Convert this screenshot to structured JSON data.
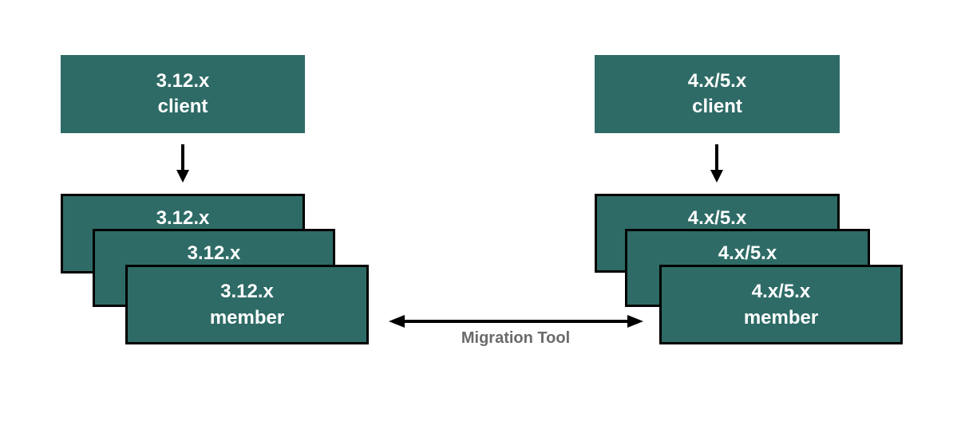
{
  "colors": {
    "background": "#ffffff",
    "box_fill": "#2e6b66",
    "box_border": "#000000",
    "box_text": "#ffffff",
    "arrow": "#000000",
    "label_text": "#6a6a6a"
  },
  "left_cluster": {
    "client": {
      "lines": [
        "3.12.x",
        "client"
      ]
    },
    "members": [
      {
        "lines": [
          "3.12.x"
        ]
      },
      {
        "lines": [
          "3.12.x"
        ]
      },
      {
        "lines": [
          "3.12.x",
          "member"
        ]
      }
    ]
  },
  "right_cluster": {
    "client": {
      "lines": [
        "4.x/5.x",
        "client"
      ]
    },
    "members": [
      {
        "lines": [
          "4.x/5.x"
        ]
      },
      {
        "lines": [
          "4.x/5.x"
        ]
      },
      {
        "lines": [
          "4.x/5.x",
          "member"
        ]
      }
    ]
  },
  "connector": {
    "label": "Migration Tool"
  }
}
